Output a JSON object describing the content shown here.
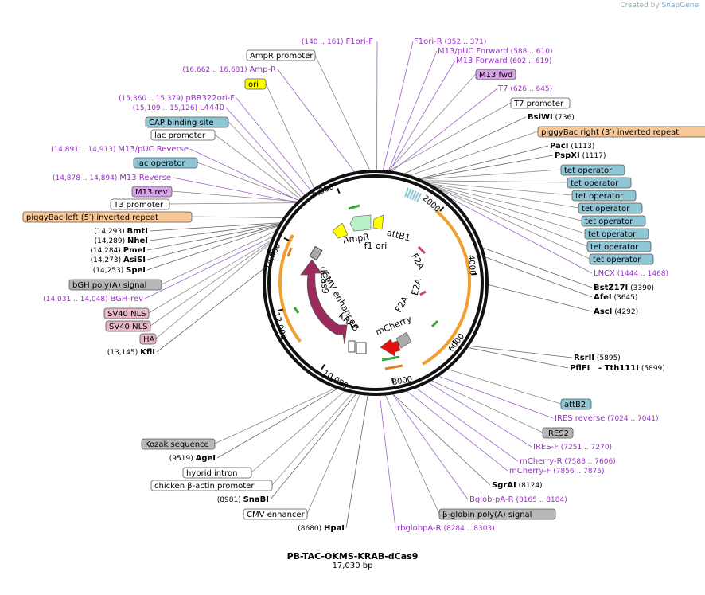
{
  "credit": {
    "prefix": "Created by",
    "brand": "SnapGene"
  },
  "title": "PB-TAC-OKMS-KRAB-dCas9",
  "subtitle": "17,030 bp",
  "ticks": [
    "2000",
    "4000",
    "6000",
    "8000",
    "10,000",
    "12,000",
    "14,000",
    "16,000"
  ],
  "inner_labels": [
    "AmpR",
    "f1 ori",
    "attB1",
    "F2A",
    "E2A",
    "F2A",
    "mCherry",
    "dCas9",
    "CMV enhancer",
    "KRAB"
  ],
  "features": {
    "AmpR promoter": "AmpR promoter",
    "ori": "ori",
    "CAP binding site": "CAP binding site",
    "lac promoter": "lac promoter",
    "lac operator": "lac operator",
    "M13 rev": "M13 rev",
    "T3 promoter": "T3 promoter",
    "piggyBac left": "piggyBac left (5′) inverted repeat",
    "bGH": "bGH poly(A) signal",
    "SV40 NLS 1": "SV40 NLS",
    "SV40 NLS 2": "SV40 NLS",
    "HA": "HA",
    "M13 fwd": "M13 fwd",
    "T7 promoter": "T7 promoter",
    "piggyBac right": "piggyBac right (3′) inverted repeat",
    "tet operator": "tet operator",
    "attB2": "attB2",
    "IRES2": "IRES2",
    "beta-globin": "β-globin poly(A) signal",
    "Kozak": "Kozak sequence",
    "hybrid intron": "hybrid intron",
    "chicken actin": "chicken β-actin promoter",
    "CMV enhancer": "CMV enhancer"
  },
  "primers": [
    {
      "name": "F1ori-F",
      "range": "(140 .. 161)"
    },
    {
      "name": "F1ori-R",
      "range": "(352 .. 371)"
    },
    {
      "name": "M13/pUC Forward",
      "range": "(588 .. 610)"
    },
    {
      "name": "M13 Forward",
      "range": "(602 .. 619)"
    },
    {
      "name": "T7",
      "range": "(626 .. 645)"
    },
    {
      "name": "Amp-R",
      "range": "(16,662 .. 16,681)"
    },
    {
      "name": "pBR322ori-F",
      "range": "(15,360 .. 15,379)"
    },
    {
      "name": "L4440",
      "range": "(15,109 .. 15,126)"
    },
    {
      "name": "M13/pUC Reverse",
      "range": "(14,891 .. 14,913)"
    },
    {
      "name": "M13 Reverse",
      "range": "(14,878 .. 14,894)"
    },
    {
      "name": "BGH-rev",
      "range": "(14,031 .. 14,048)"
    },
    {
      "name": "LNCX",
      "range": "(1444 .. 1468)"
    },
    {
      "name": "IRES reverse",
      "range": "(7024 .. 7041)"
    },
    {
      "name": "IRES-F",
      "range": "(7251 .. 7270)"
    },
    {
      "name": "mCherry-R",
      "range": "(7588 .. 7606)"
    },
    {
      "name": "mCherry-F",
      "range": "(7856 .. 7875)"
    },
    {
      "name": "Bglob-pA-R",
      "range": "(8165 .. 8184)"
    },
    {
      "name": "rbglobpA-R",
      "range": "(8284 .. 8303)"
    }
  ],
  "enzymes": [
    {
      "name": "BsiWI",
      "pos": "(736)"
    },
    {
      "name": "PacI",
      "pos": "(1113)"
    },
    {
      "name": "PspXI",
      "pos": "(1117)"
    },
    {
      "name": "BstZ17I",
      "pos": "(3390)"
    },
    {
      "name": "AfeI",
      "pos": "(3645)"
    },
    {
      "name": "AscI",
      "pos": "(4292)"
    },
    {
      "name": "RsrII",
      "pos": "(5895)"
    },
    {
      "name": "PflFI",
      "pos": ""
    },
    {
      "name": "Tth111I",
      "pos": "(5899)"
    },
    {
      "name": "SgrAI",
      "pos": "(8124)"
    },
    {
      "name": "BmtI",
      "pos": "(14,293)"
    },
    {
      "name": "NheI",
      "pos": "(14,289)"
    },
    {
      "name": "PmeI",
      "pos": "(14,284)"
    },
    {
      "name": "AsiSI",
      "pos": "(14,273)"
    },
    {
      "name": "SpeI",
      "pos": "(14,253)"
    },
    {
      "name": "KflI",
      "pos": "(13,145)"
    },
    {
      "name": "AgeI",
      "pos": "(9519)"
    },
    {
      "name": "SnaBI",
      "pos": "(8981)"
    },
    {
      "name": "HpaI",
      "pos": "(8680)"
    }
  ],
  "colors": {
    "primer": "#9b30c8",
    "enzyme": "#000000",
    "blue_feature": "#8ec6d6",
    "orange_feature": "#f8c898",
    "purple_feature": "#d7a3e8",
    "pink_feature": "#e8b8c8",
    "gray_feature": "#b8b8b8",
    "yellow_feature": "#ffff00",
    "dcas9": "#9c2a5c",
    "mcherry": "#e4120e"
  }
}
